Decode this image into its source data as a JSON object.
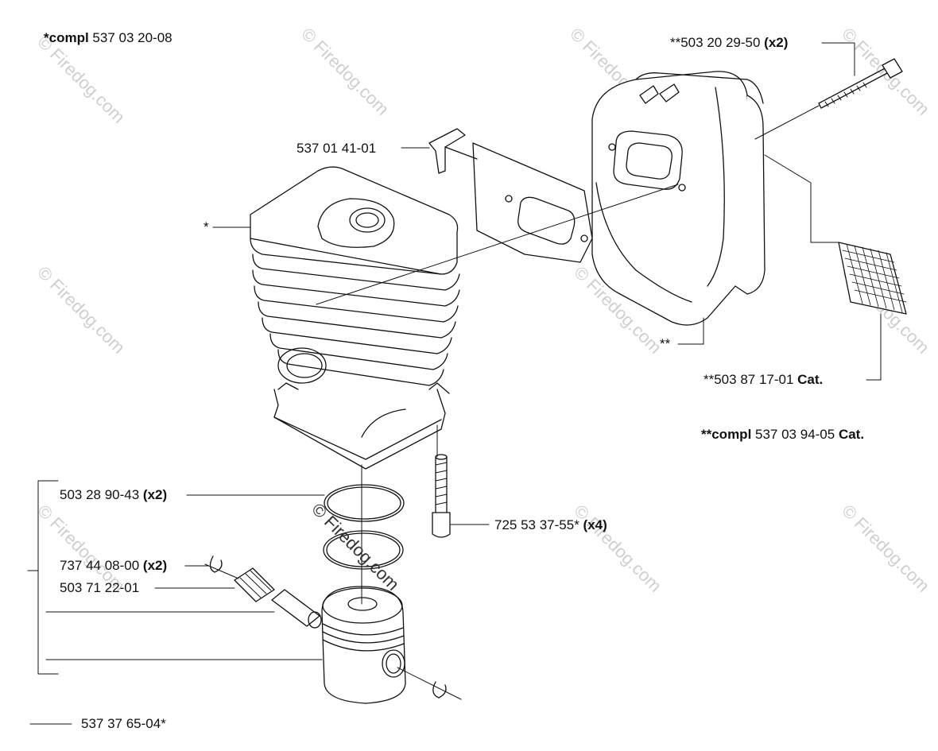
{
  "labels": {
    "cylinder_kit": {
      "bold": "*compl",
      "text": " 537 03 20-08"
    },
    "cylinder_mark": "*",
    "bracket": "537 01 41-01",
    "muffler_screw": {
      "text": "**503 20 29-50 ",
      "qty": "(x2)"
    },
    "muffler_mark": "**",
    "spark_screen": {
      "text": "**503 87 17-01 ",
      "cat": "Cat."
    },
    "muffler_kit": {
      "bold": "**compl",
      "text": " 537 03 94-05 ",
      "cat": "Cat."
    },
    "piston_ring": {
      "text": "503 28 90-43 ",
      "qty": "(x2)"
    },
    "cylinder_screw": {
      "text": "725 53 37-55* ",
      "qty": "(x4)"
    },
    "circlip": {
      "text": "737 44 08-00 ",
      "qty": "(x2)"
    },
    "needle_bearing": "503 71 22-01",
    "piston_kit": "537 37 65-04*"
  },
  "watermark": {
    "text": "© Firedog.com"
  }
}
